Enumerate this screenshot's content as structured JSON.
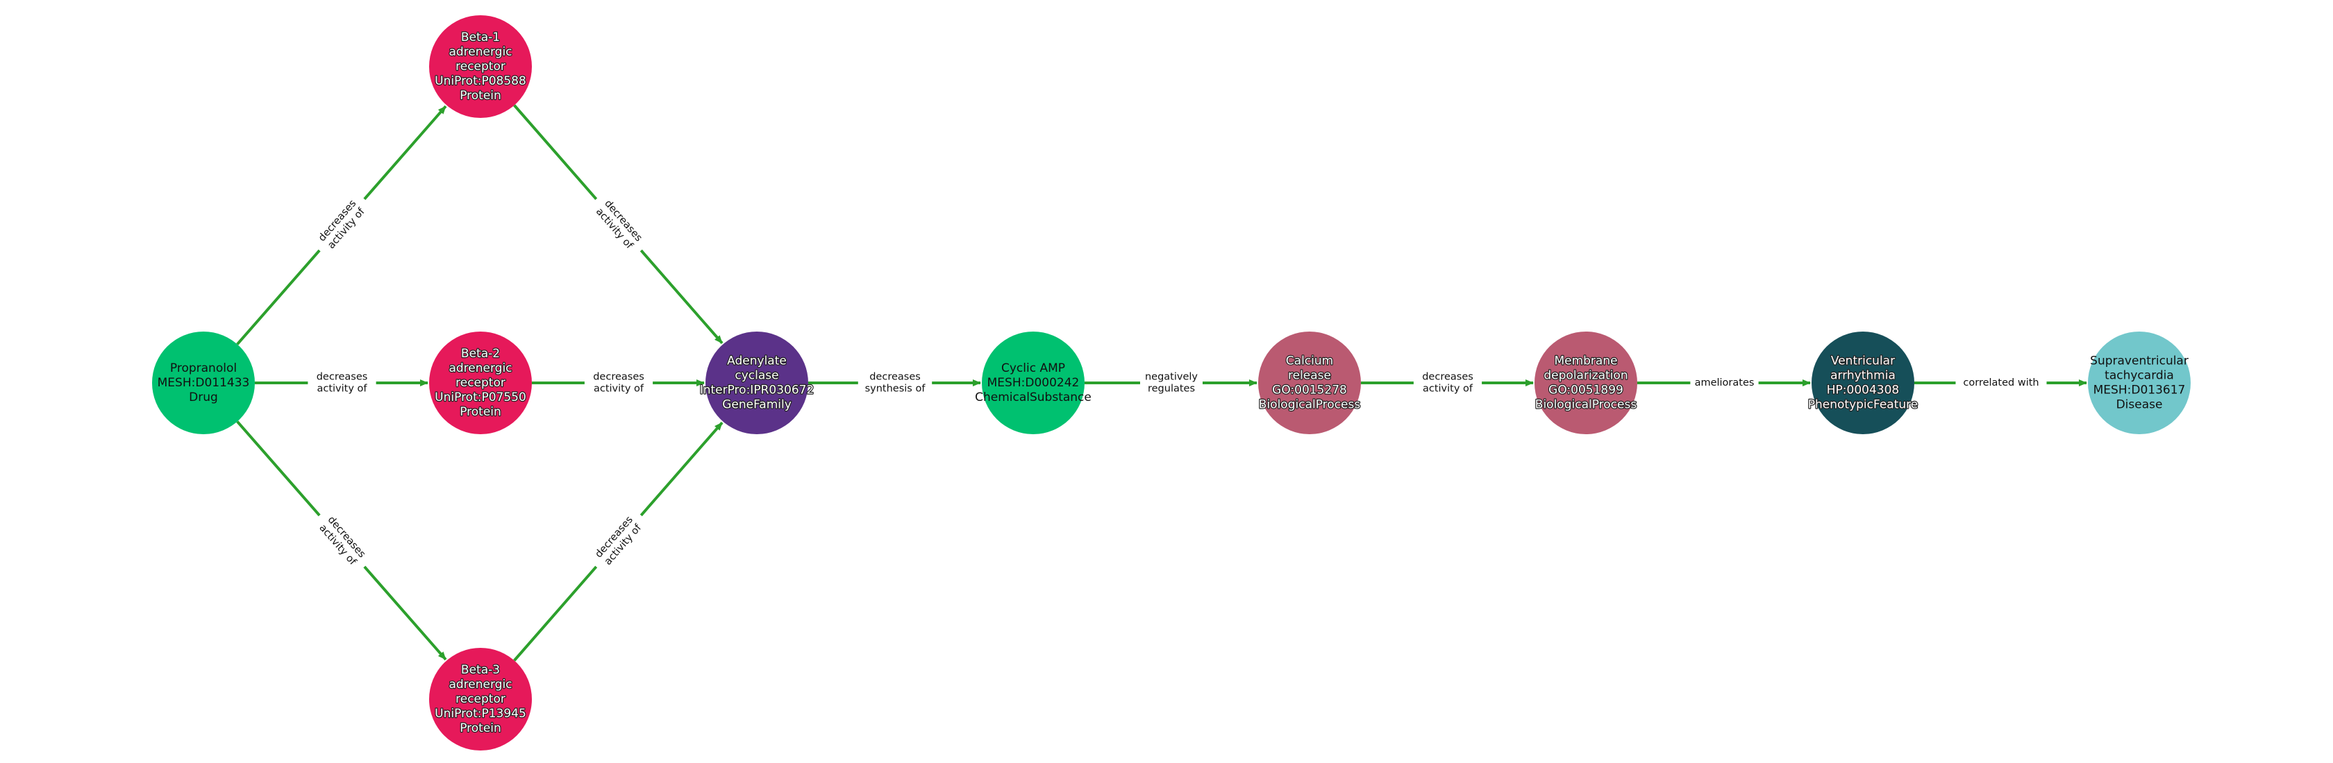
{
  "diagram": {
    "edge_color": "#2ca02c",
    "nodes": [
      {
        "id": "propranolol",
        "lines": [
          "Propranolol",
          "MESH:D011433",
          "Drug"
        ],
        "color": "#00c170",
        "text_style": "dark"
      },
      {
        "id": "beta1",
        "lines": [
          "Beta-1",
          "adrenergic",
          "receptor",
          "UniProt:P08588",
          "Protein"
        ],
        "color": "#e6195a",
        "text_style": "light"
      },
      {
        "id": "beta2",
        "lines": [
          "Beta-2",
          "adrenergic",
          "receptor",
          "UniProt:P07550",
          "Protein"
        ],
        "color": "#e6195a",
        "text_style": "light"
      },
      {
        "id": "beta3",
        "lines": [
          "Beta-3",
          "adrenergic",
          "receptor",
          "UniProt:P13945",
          "Protein"
        ],
        "color": "#e6195a",
        "text_style": "light"
      },
      {
        "id": "adenylate",
        "lines": [
          "Adenylate",
          "cyclase",
          "InterPro:IPR030672",
          "GeneFamily"
        ],
        "color": "#5b3289",
        "text_style": "light"
      },
      {
        "id": "camp",
        "lines": [
          "Cyclic AMP",
          "MESH:D000242",
          "ChemicalSubstance"
        ],
        "color": "#00c170",
        "text_style": "dark"
      },
      {
        "id": "calcium",
        "lines": [
          "Calcium",
          "release",
          "GO:0015278",
          "BiologicalProcess"
        ],
        "color": "#ba5a71",
        "text_style": "light"
      },
      {
        "id": "membrane",
        "lines": [
          "Membrane",
          "depolarization",
          "GO:0051899",
          "BiologicalProcess"
        ],
        "color": "#ba5a71",
        "text_style": "light"
      },
      {
        "id": "arrhythmia",
        "lines": [
          "Ventricular",
          "arrhythmia",
          "HP:0004308",
          "PhenotypicFeature"
        ],
        "color": "#164f59",
        "text_style": "light"
      },
      {
        "id": "svt",
        "lines": [
          "Supraventricular",
          "tachycardia",
          "MESH:D013617",
          "Disease"
        ],
        "color": "#72c7cb",
        "text_style": "dark"
      }
    ],
    "edges": [
      {
        "id": "e1",
        "source": "propranolol",
        "target": "beta1",
        "lines": [
          "decreases",
          "activity of"
        ]
      },
      {
        "id": "e2",
        "source": "propranolol",
        "target": "beta2",
        "lines": [
          "decreases",
          "activity of"
        ]
      },
      {
        "id": "e3",
        "source": "propranolol",
        "target": "beta3",
        "lines": [
          "decreases",
          "activity of"
        ]
      },
      {
        "id": "e4",
        "source": "beta1",
        "target": "adenylate",
        "lines": [
          "decreases",
          "activity of"
        ]
      },
      {
        "id": "e5",
        "source": "beta2",
        "target": "adenylate",
        "lines": [
          "decreases",
          "activity of"
        ]
      },
      {
        "id": "e6",
        "source": "beta3",
        "target": "adenylate",
        "lines": [
          "decreases",
          "activity of"
        ]
      },
      {
        "id": "e7",
        "source": "adenylate",
        "target": "camp",
        "lines": [
          "decreases",
          "synthesis of"
        ]
      },
      {
        "id": "e8",
        "source": "camp",
        "target": "calcium",
        "lines": [
          "negatively",
          "regulates"
        ]
      },
      {
        "id": "e9",
        "source": "calcium",
        "target": "membrane",
        "lines": [
          "decreases",
          "activity of"
        ]
      },
      {
        "id": "e10",
        "source": "membrane",
        "target": "arrhythmia",
        "lines": [
          "ameliorates"
        ]
      },
      {
        "id": "e11",
        "source": "arrhythmia",
        "target": "svt",
        "lines": [
          "correlated with"
        ]
      }
    ]
  }
}
